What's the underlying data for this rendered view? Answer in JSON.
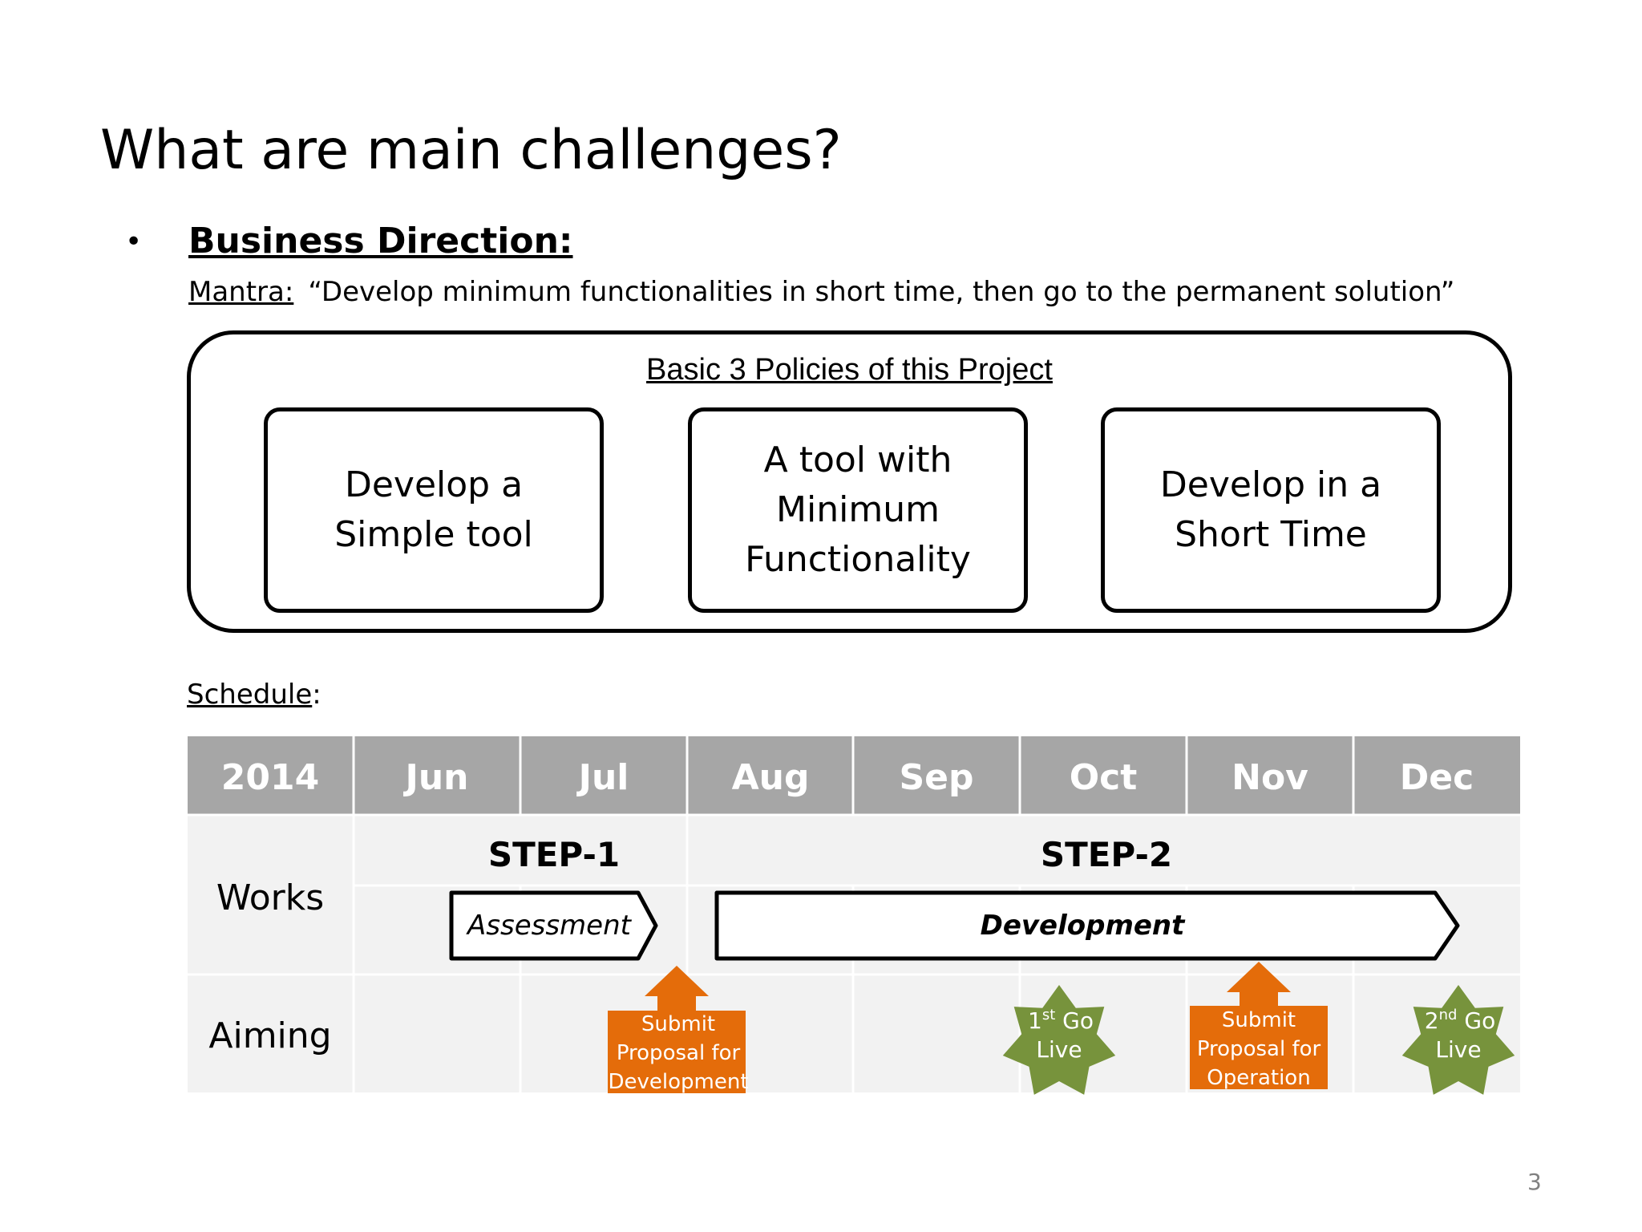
{
  "slide": {
    "title": "What are main challenges?",
    "bullet_symbol": "•",
    "section_heading": "Business Direction:",
    "mantra_label": "Mantra:",
    "mantra_text": "“Develop minimum functionalities in short time, then go to the permanent solution”",
    "page_number": "3"
  },
  "policies": {
    "title": "Basic 3 Policies of this Project",
    "items": [
      "Develop a Simple tool",
      "A tool with Minimum Functionality",
      "Develop in a Short Time"
    ]
  },
  "schedule": {
    "label": "Schedule",
    "label_suffix": ":",
    "year": "2014",
    "months": [
      "Jun",
      "Jul",
      "Aug",
      "Sep",
      "Oct",
      "Nov",
      "Dec"
    ],
    "rows": {
      "works": "Works",
      "aiming": "Aiming"
    },
    "steps": [
      "STEP-1",
      "STEP-2"
    ],
    "phases": {
      "assessment": "Assessment",
      "development": "Development"
    },
    "milestones": {
      "submit_dev": [
        "Submit",
        "Proposal for",
        "Development"
      ],
      "go_live_1": {
        "ord": "1",
        "sup": "st",
        "rest": " Go",
        "line2": "Live"
      },
      "submit_ops": [
        "Submit",
        "Proposal for",
        "Operation"
      ],
      "go_live_2": {
        "ord": "2",
        "sup": "nd",
        "rest": " Go",
        "line2": "Live"
      }
    }
  },
  "colors": {
    "header_bg": "#a6a6a6",
    "cell_bg": "#f2f2f2",
    "callout_orange": "#e46c0a",
    "star_green": "#77933c"
  }
}
